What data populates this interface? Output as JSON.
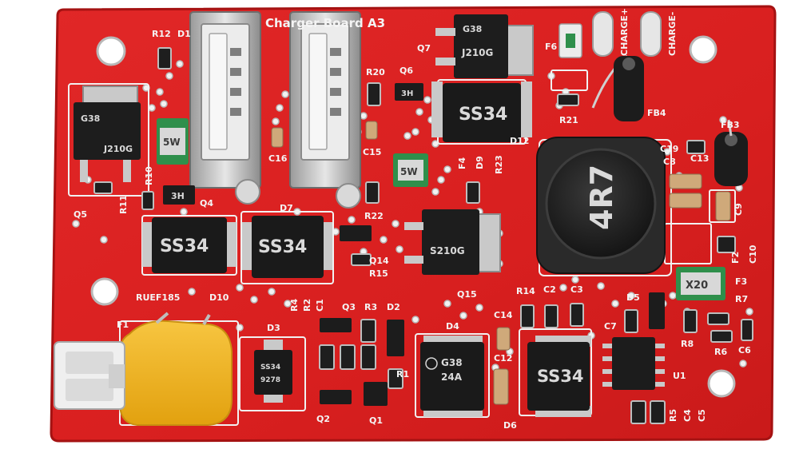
{
  "board": {
    "title": "Charger Board A3",
    "colors": {
      "pcb": "#d81f1f",
      "solder_mask_edge": "#b51414",
      "silkscreen": "#f4f4f4",
      "ic_body": "#1c1c1c",
      "pad": "#c9c9c9",
      "fuse_yellow": "#f2b320",
      "fuse_green": "#2e8b48"
    },
    "silkscreen_labels": [
      "R12",
      "D1",
      "Q7",
      "F6",
      "CHARGE+",
      "CHARGE-",
      "R20",
      "Q6",
      "R11",
      "Q5",
      "R10",
      "Q4",
      "C16",
      "C15",
      "F4",
      "D9",
      "R23",
      "D12",
      "R21",
      "FB4",
      "C19",
      "C8",
      "FB3",
      "C13",
      "C9",
      "R22",
      "Q14",
      "R15",
      "Q15",
      "D7",
      "F2",
      "C10",
      "F3",
      "R7",
      "R14",
      "C2",
      "C3",
      "D5",
      "C7",
      "R8",
      "R6",
      "C6",
      "U1",
      "C14",
      "C12",
      "D4",
      "D6",
      "R5",
      "C4",
      "C5",
      "RUEF185",
      "D10",
      "F1",
      "R4",
      "R2",
      "C1",
      "Q3",
      "R3",
      "D2",
      "D3",
      "R1",
      "Q2",
      "Q1"
    ],
    "component_markings": {
      "q7": [
        "G38",
        "J210G"
      ],
      "q5": [
        "G38",
        "J210G"
      ],
      "q15": [
        "S210G"
      ],
      "d12": "SS34",
      "d_left": "SS34",
      "d7": "SS34",
      "d6": "SS34",
      "d4": [
        "G38",
        "24A"
      ],
      "d3": [
        "SS34",
        "9278"
      ],
      "inductor": "4R7",
      "fuse_f4": "5W",
      "fuse_f1": "5W",
      "fuse_f3": "X20",
      "q4": "3H",
      "q6": "3H"
    }
  }
}
